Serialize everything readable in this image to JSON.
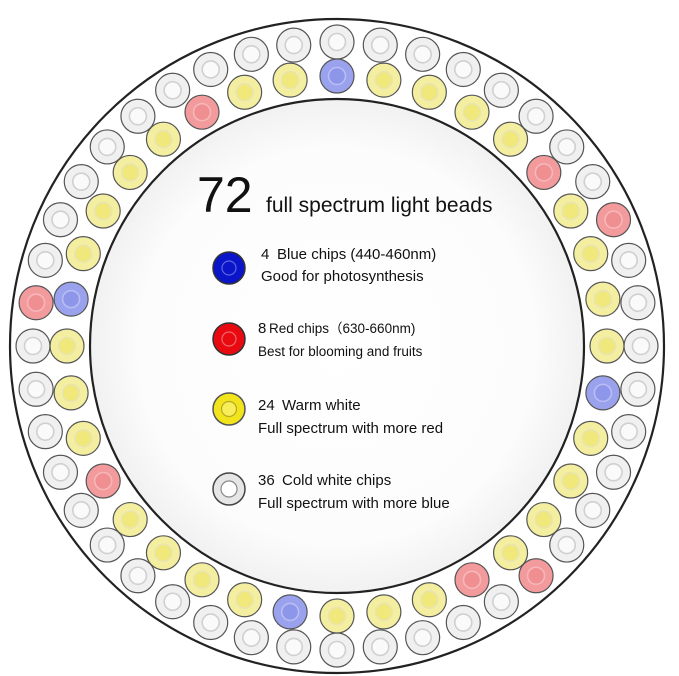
{
  "headline": {
    "count": "72",
    "text": "full spectrum light beads"
  },
  "legend": [
    {
      "kind": "blue",
      "count": "4",
      "title": "Blue chips (440-460nm)",
      "desc": "Good for photosynthesis"
    },
    {
      "kind": "red",
      "count": "8",
      "title": "Red chips（630-660nm)",
      "desc": "Best for blooming and fruits"
    },
    {
      "kind": "warm",
      "count": "24",
      "title": "Warm white",
      "desc": "Full spectrum with more red"
    },
    {
      "kind": "cold",
      "count": "36",
      "title": "Cold white chips",
      "desc": "Full spectrum with more blue"
    }
  ],
  "colors": {
    "blue": {
      "body": "#9aa2ee",
      "core": "#8e96ea",
      "ring": "#b8bdf3",
      "icon": "#0a14c8"
    },
    "red": {
      "body": "#f29a9c",
      "core": "#ef8f92",
      "ring": "#f6b7b9",
      "icon": "#e80a10"
    },
    "warm": {
      "body": "#f4efa0",
      "core": "#f0e87a",
      "ring": "#e9e4b0",
      "icon": "#f2e41c"
    },
    "cold": {
      "body": "#f0f0f0",
      "core": "#fafafa",
      "ring": "#d0d0d0",
      "icon": "#e6e6e6"
    },
    "outline": "#555555",
    "ring_edge": "#222222"
  },
  "rings": {
    "outer": [
      "cold",
      "cold",
      "cold",
      "cold",
      "cold",
      "cold",
      "cold",
      "cold",
      "red",
      "cold",
      "cold",
      "cold",
      "cold",
      "cold",
      "cold",
      "cold",
      "cold",
      "red",
      "cold",
      "cold",
      "cold",
      "cold",
      "cold",
      "cold",
      "cold",
      "cold",
      "cold",
      "cold",
      "cold",
      "cold",
      "cold",
      "cold",
      "cold",
      "cold",
      "red",
      "cold",
      "cold",
      "cold",
      "cold",
      "cold",
      "cold",
      "cold",
      "cold",
      "cold"
    ],
    "inner": [
      "blue",
      "warm",
      "warm",
      "warm",
      "warm",
      "red",
      "warm",
      "warm",
      "warm",
      "warm",
      "blue",
      "warm",
      "warm",
      "warm",
      "warm",
      "red",
      "warm",
      "warm",
      "warm",
      "blue",
      "warm",
      "warm",
      "warm",
      "warm",
      "red",
      "warm",
      "warm",
      "warm",
      "blue",
      "warm",
      "warm",
      "warm",
      "warm",
      "red",
      "warm",
      "warm"
    ]
  }
}
